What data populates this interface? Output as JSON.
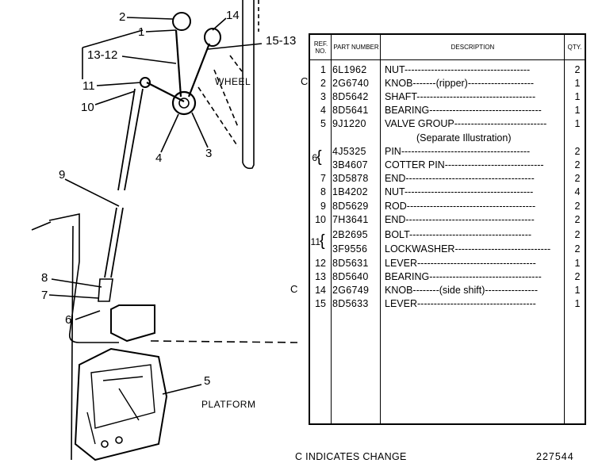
{
  "figure": {
    "callouts": {
      "c2": "2",
      "c1": "1",
      "c14": "14",
      "c15_13": "15-13",
      "c13_12": "13-12",
      "c11": "11",
      "c10": "10",
      "c4": "4",
      "c3": "3",
      "c9": "9",
      "c8": "8",
      "c7": "7",
      "c6": "6",
      "c5": "5"
    },
    "wheel_label": "WHEEL",
    "platform_label": "PLATFORM"
  },
  "table": {
    "headers": {
      "ref_no": "REF. NO.",
      "part_number": "PART NUMBER",
      "description": "DESCRIPTION",
      "qty": "QTY."
    },
    "rows": [
      {
        "ref": "1",
        "pn": "6L1962",
        "desc": "NUT--------------------------------------",
        "qty": "2"
      },
      {
        "ref": "2",
        "pn": "2G6740",
        "desc": "KNOB-------(ripper)--------------------",
        "qty": "1",
        "change": "C"
      },
      {
        "ref": "3",
        "pn": "8D5642",
        "desc": "SHAFT------------------------------------",
        "qty": "1"
      },
      {
        "ref": "4",
        "pn": "8D5641",
        "desc": "BEARING----------------------------------",
        "qty": "1"
      },
      {
        "ref": "5",
        "pn": "9J1220",
        "desc": "VALVE GROUP----------------------------",
        "qty": "1"
      },
      {
        "ref": "",
        "pn": "",
        "desc": "(Separate Illustration)",
        "qty": ""
      },
      {
        "ref": "",
        "pn": "4J5325",
        "desc": "PIN---------------------------------------",
        "qty": "2"
      },
      {
        "ref": "",
        "pn": "3B4607",
        "desc": "COTTER PIN------------------------------",
        "qty": "2"
      },
      {
        "ref": "7",
        "pn": "3D5878",
        "desc": "END---------------------------------------",
        "qty": "2"
      },
      {
        "ref": "8",
        "pn": "1B4202",
        "desc": "NUT---------------------------------------",
        "qty": "4"
      },
      {
        "ref": "9",
        "pn": "8D5629",
        "desc": "ROD---------------------------------------",
        "qty": "2"
      },
      {
        "ref": "10",
        "pn": "7H3641",
        "desc": "END---------------------------------------",
        "qty": "2"
      },
      {
        "ref": "",
        "pn": "2B2695",
        "desc": "BOLT-------------------------------------",
        "qty": "2"
      },
      {
        "ref": "",
        "pn": "3F9556",
        "desc": "LOCKWASHER-----------------------------",
        "qty": "2"
      },
      {
        "ref": "12",
        "pn": "8D5631",
        "desc": "LEVER------------------------------------",
        "qty": "1"
      },
      {
        "ref": "13",
        "pn": "8D5640",
        "desc": "BEARING----------------------------------",
        "qty": "2"
      },
      {
        "ref": "14",
        "pn": "2G6749",
        "desc": "KNOB--------(side shift)----------------",
        "qty": "1",
        "change": "C"
      },
      {
        "ref": "15",
        "pn": "8D5633",
        "desc": "LEVER------------------------------------",
        "qty": "1"
      }
    ],
    "group_refs": {
      "g6": "6",
      "g11": "11"
    }
  },
  "footer": {
    "change_note": "C INDICATES CHANGE",
    "figure_number": "227544"
  }
}
